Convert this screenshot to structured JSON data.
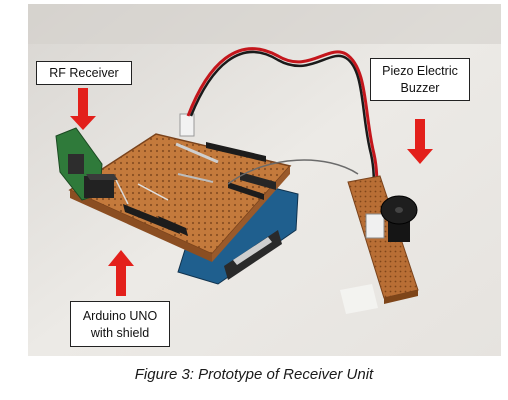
{
  "labels": {
    "rf_receiver": "RF Receiver",
    "piezo_line1": "Piezo Electric",
    "piezo_line2": "Buzzer",
    "arduino_line1": "Arduino UNO",
    "arduino_line2": "with shield"
  },
  "caption": "Figure 3: Prototype of Receiver Unit",
  "colors": {
    "arrow": "#e3201b",
    "perfboard": "#c47a3c",
    "arduino_board": "#1f5f8e",
    "surface": "#ebe8e4"
  }
}
